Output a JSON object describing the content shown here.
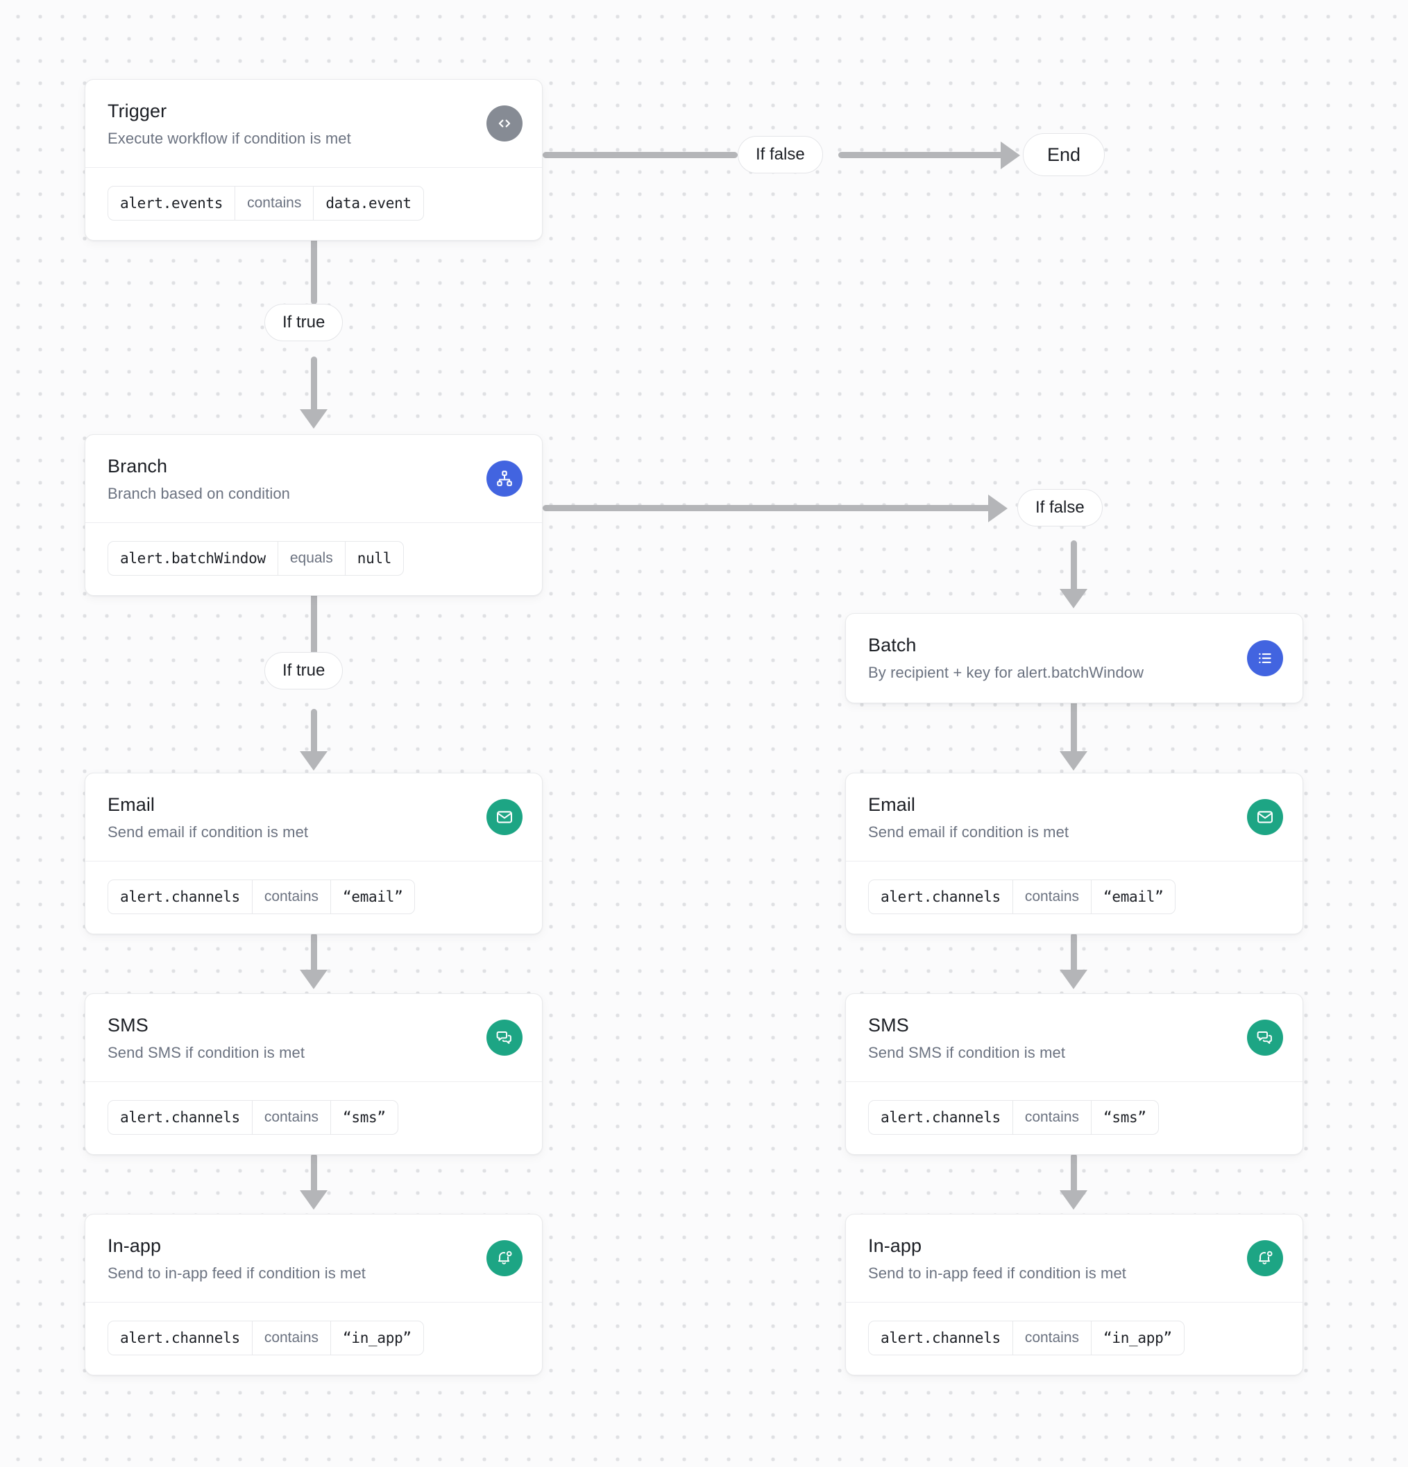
{
  "canvas": {
    "accent_blue": "#4264e0",
    "accent_green": "#1da584",
    "accent_gray": "#868b94",
    "edge_color": "#b4b5b8",
    "background": "#fbfbfc"
  },
  "nodes": {
    "trigger": {
      "title": "Trigger",
      "subtitle": "Execute workflow if condition is met",
      "icon": "code-icon",
      "condition": {
        "field": "alert.events",
        "operator": "contains",
        "value": "data.event"
      }
    },
    "branch": {
      "title": "Branch",
      "subtitle": "Branch based on condition",
      "icon": "sitemap-icon",
      "condition": {
        "field": "alert.batchWindow",
        "operator": "equals",
        "value": "null"
      }
    },
    "batch": {
      "title": "Batch",
      "subtitle": "By recipient + key for alert.batchWindow",
      "icon": "list-icon"
    },
    "email_left": {
      "title": "Email",
      "subtitle": "Send email if condition is met",
      "icon": "envelope-icon",
      "condition": {
        "field": "alert.channels",
        "operator": "contains",
        "value": "“email”"
      }
    },
    "sms_left": {
      "title": "SMS",
      "subtitle": "Send SMS if condition is met",
      "icon": "chat-bubbles-icon",
      "condition": {
        "field": "alert.channels",
        "operator": "contains",
        "value": "“sms”"
      }
    },
    "inapp_left": {
      "title": "In-app",
      "subtitle": "Send to in-app feed if condition is met",
      "icon": "bell-dot-icon",
      "condition": {
        "field": "alert.channels",
        "operator": "contains",
        "value": "“in_app”"
      }
    },
    "email_right": {
      "title": "Email",
      "subtitle": "Send email if condition is met",
      "icon": "envelope-icon",
      "condition": {
        "field": "alert.channels",
        "operator": "contains",
        "value": "“email”"
      }
    },
    "sms_right": {
      "title": "SMS",
      "subtitle": "Send SMS if condition is met",
      "icon": "chat-bubbles-icon",
      "condition": {
        "field": "alert.channels",
        "operator": "contains",
        "value": "“sms”"
      }
    },
    "inapp_right": {
      "title": "In-app",
      "subtitle": "Send to in-app feed if condition is met",
      "icon": "bell-dot-icon",
      "condition": {
        "field": "alert.channels",
        "operator": "contains",
        "value": "“in_app”"
      }
    }
  },
  "edges": {
    "trigger_false": "If false",
    "trigger_true": "If true",
    "branch_false": "If false",
    "branch_true": "If true",
    "end": "End"
  }
}
